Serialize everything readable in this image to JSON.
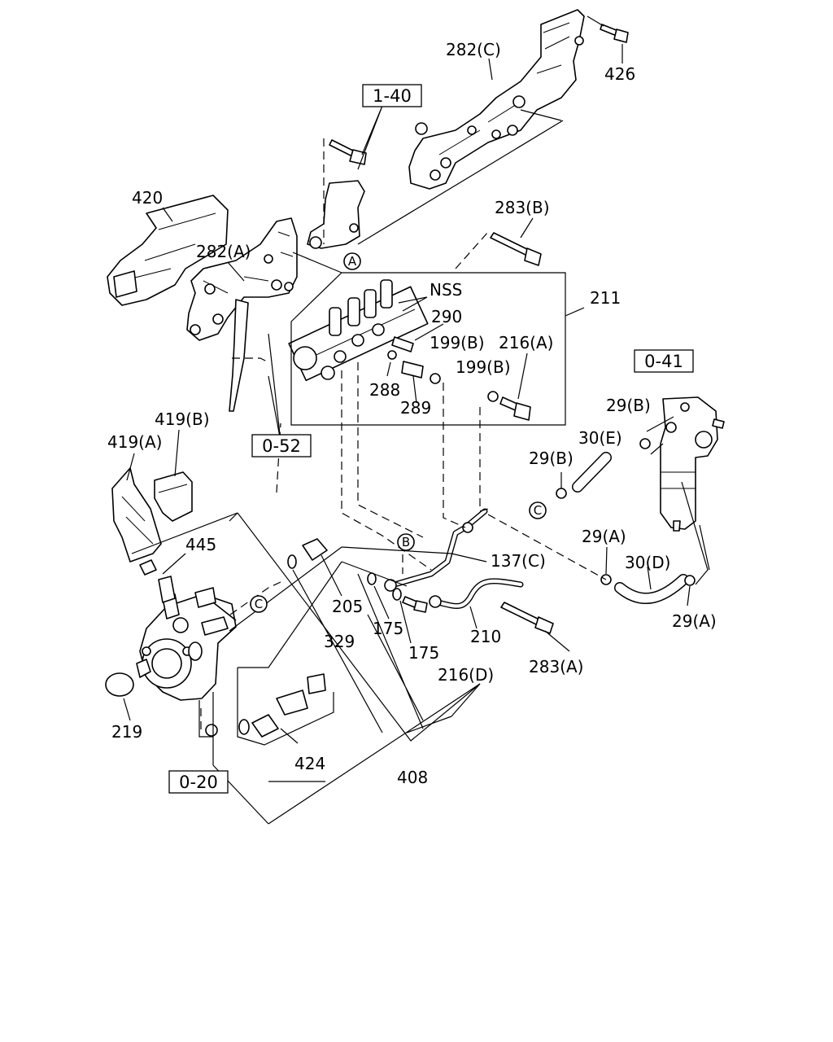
{
  "labels": {
    "p282c": "282(C)",
    "p426": "426",
    "p420": "420",
    "p282a": "282(A)",
    "p283b": "283(B)",
    "nss": "NSS",
    "p290": "290",
    "p211": "211",
    "p199b_1": "199(B)",
    "p216a": "216(A)",
    "p199b_2": "199(B)",
    "p288": "288",
    "p289": "289",
    "p29b_1": "29(B)",
    "p30e": "30(E)",
    "p29b_2": "29(B)",
    "p419b": "419(B)",
    "p419a": "419(A)",
    "p445": "445",
    "p29a_1": "29(A)",
    "p137c": "137(C)",
    "p30d": "30(D)",
    "p205": "205",
    "p175_1": "175",
    "p175_2": "175",
    "p210": "210",
    "p329": "329",
    "p29a_2": "29(A)",
    "p216d": "216(D)",
    "p283a": "283(A)",
    "p219": "219",
    "p424": "424",
    "p408": "408"
  },
  "ref_boxes": {
    "r140": "1-40",
    "r041": "0-41",
    "r052": "0-52",
    "r020": "0-20"
  },
  "circle_markers": {
    "a": "A",
    "b": "B",
    "c1": "C",
    "c2": "C"
  }
}
